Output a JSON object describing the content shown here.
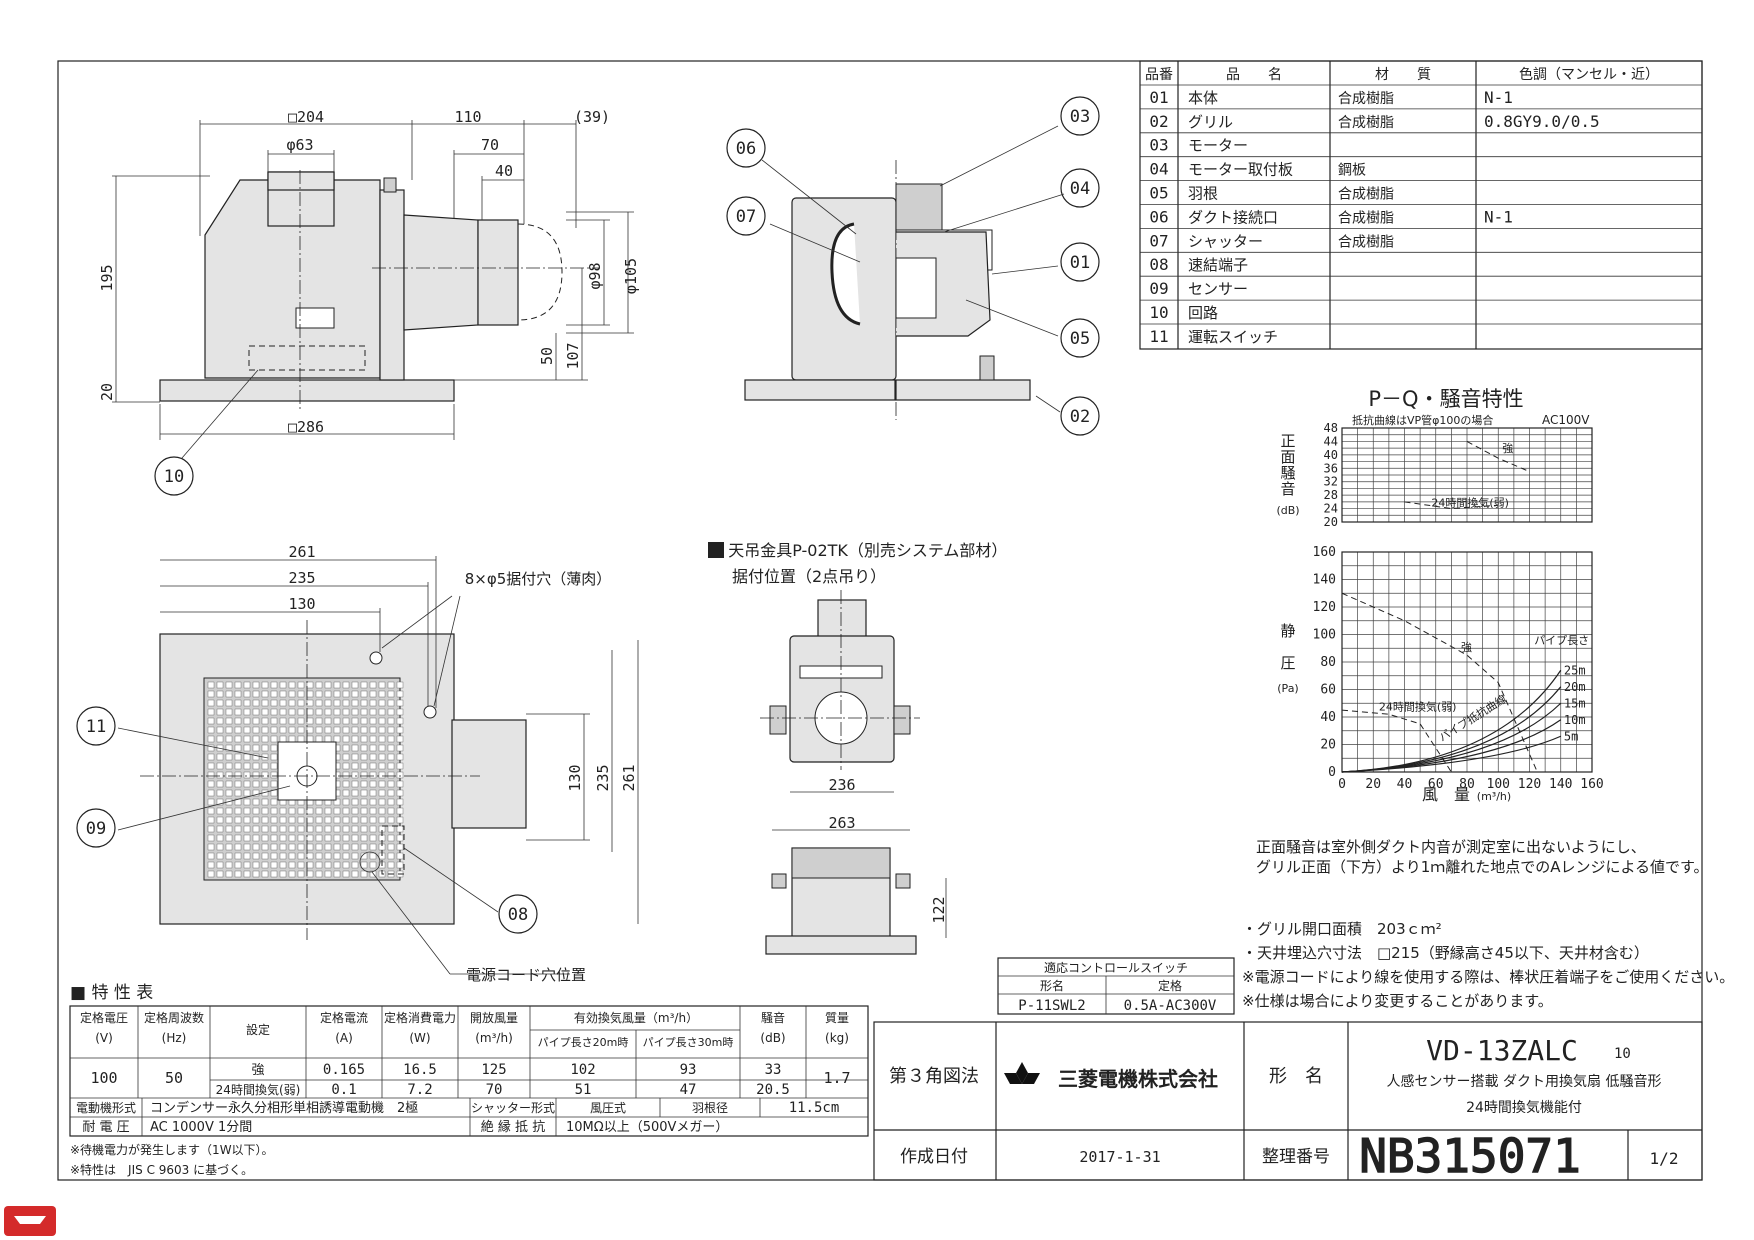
{
  "drawing": {
    "front_view_dims": {
      "d204": "□204",
      "d110": "110",
      "d39": "(39)",
      "d63": "φ63",
      "d70": "70",
      "d40": "40",
      "d195": "195",
      "d98": "φ98",
      "d105": "φ105",
      "d50": "50",
      "d107": "107",
      "d20": "20",
      "d286": "□286"
    },
    "bottom_view_dims": {
      "d261": "261",
      "d235": "235",
      "d130": "130",
      "holes": "8×φ5据付穴（薄肉）",
      "v130": "130",
      "v235": "235",
      "v261": "261",
      "power_cord": "電源コード穴位置"
    },
    "callouts": [
      "01",
      "02",
      "03",
      "04",
      "05",
      "06",
      "07",
      "08",
      "09",
      "10",
      "11"
    ],
    "bracket": {
      "title": "■ 天吊金具P-02TK（別売システム部材）",
      "subtitle": "据付位置（2点吊り）",
      "d236": "236",
      "d263": "263",
      "d122": "122"
    }
  },
  "parts_table": {
    "headers": [
      "品番",
      "品　　名",
      "材　　質",
      "色調（マンセル・近）"
    ],
    "rows": [
      [
        "01",
        "本体",
        "合成樹脂",
        "N-1"
      ],
      [
        "02",
        "グリル",
        "合成樹脂",
        "0.8GY9.0/0.5"
      ],
      [
        "03",
        "モーター",
        "",
        ""
      ],
      [
        "04",
        "モーター取付板",
        "鋼板",
        ""
      ],
      [
        "05",
        "羽根",
        "合成樹脂",
        ""
      ],
      [
        "06",
        "ダクト接続口",
        "合成樹脂",
        "N-1"
      ],
      [
        "07",
        "シャッター",
        "合成樹脂",
        ""
      ],
      [
        "08",
        "速結端子",
        "",
        ""
      ],
      [
        "09",
        "センサー",
        "",
        ""
      ],
      [
        "10",
        "回路",
        "",
        ""
      ],
      [
        "11",
        "運転スイッチ",
        "",
        ""
      ]
    ]
  },
  "chart_data": {
    "type": "line",
    "title": "P－Q・騒音特性",
    "noise_chart": {
      "note": "抵抗曲線はVP管φ100の場合",
      "voltage": "AC100V",
      "ylabel": "正面騒音",
      "yunit": "(dB)",
      "ylim": [
        20,
        48
      ],
      "yticks": [
        "20",
        "24",
        "28",
        "32",
        "36",
        "40",
        "44",
        "48"
      ],
      "series": [
        {
          "name": "強",
          "x": [
            80,
            100,
            120
          ],
          "y": [
            44,
            39,
            35
          ]
        },
        {
          "name": "24時間換気(弱)",
          "x": [
            40,
            70,
            100
          ],
          "y": [
            26,
            24,
            25
          ]
        }
      ]
    },
    "pq_chart": {
      "ylabel": "静圧",
      "yunit": "(Pa)",
      "xlabel": "風　量",
      "xunit": "(m³/h)",
      "xlim": [
        0,
        160
      ],
      "ylim": [
        0,
        160
      ],
      "xticks": [
        "0",
        "20",
        "40",
        "60",
        "80",
        "100",
        "120",
        "140",
        "160"
      ],
      "yticks": [
        "0",
        "20",
        "40",
        "60",
        "80",
        "100",
        "120",
        "140",
        "160"
      ],
      "series": [
        {
          "name": "強",
          "x": [
            0,
            40,
            80,
            100,
            125
          ],
          "y": [
            130,
            110,
            85,
            65,
            0
          ]
        },
        {
          "name": "24時間換気(弱)",
          "x": [
            0,
            30,
            50,
            70
          ],
          "y": [
            45,
            42,
            35,
            0
          ]
        }
      ],
      "resistance_label": "パイプ抵抗曲線",
      "pipe_length_label": "パイプ長さ",
      "pipe_lengths": [
        "25m",
        "20m",
        "15m",
        "10m",
        "5m"
      ]
    }
  },
  "notes": {
    "noise_note1": "正面騒音は室外側ダクト内音が測定室に出ないようにし、",
    "noise_note2": "グリル正面（下方）より1ｍ離れた地点でのAレンジによる値です。",
    "n1": "・グリル開口面積　203ｃｍ²",
    "n2": "・天井埋込穴寸法　□215（野縁高さ45以下、天井材含む）",
    "n3": "※電源コードにより線を使用する際は、棒状圧着端子をご使用ください。",
    "n4": "※仕様は場合により変更することがあります。"
  },
  "control_switch": {
    "title": "適応コントロールスイッチ",
    "h1": "形名",
    "h2": "定格",
    "model": "P-11SWL2",
    "rating": "0.5A-AC300V"
  },
  "spec_table": {
    "title": "■ 特 性 表",
    "h_voltage": "定格電圧",
    "u_voltage": "(V)",
    "h_freq": "定格周波数",
    "u_freq": "(Hz)",
    "h_setting": "設定",
    "h_current": "定格電流",
    "u_current": "(A)",
    "h_power": "定格消費電力",
    "u_power": "(W)",
    "h_open": "開放風量",
    "u_open": "(m³/h)",
    "h_eff": "有効換気風量（m³/h）",
    "h_p20": "パイプ長さ20m時",
    "h_p30": "パイプ長さ30m時",
    "h_noise": "騒音",
    "u_noise": "(dB)",
    "h_mass": "質量",
    "u_mass": "(kg)",
    "voltage": "100",
    "freq": "50",
    "mass": "1.7",
    "rows": [
      {
        "setting": "強",
        "current": "0.165",
        "power": "16.5",
        "open": "125",
        "p20": "102",
        "p30": "93",
        "noise": "33"
      },
      {
        "setting": "24時間換気(弱)",
        "current": "0.1",
        "power": "7.2",
        "open": "70",
        "p20": "51",
        "p30": "47",
        "noise": "20.5"
      }
    ],
    "motor_label": "電動機形式",
    "motor": "コンデンサー永久分相形単相誘導電動機　2極",
    "shutter_label": "シャッター形式",
    "shutter": "風圧式",
    "blade_label": "羽根径",
    "blade": "11.5cm",
    "voltage_label": "耐 電 圧",
    "withstand": "AC 1000V 1分間",
    "ins_label": "絶 縁 抵 抗",
    "insulation": "10MΩ以上（500Vメガー）",
    "foot1": "※待機電力が発生します（1W以下）。",
    "foot2": "※特性は　JIS C 9603 に基づく。"
  },
  "title_block": {
    "projection": "第３角図法",
    "company": "三菱電機株式会社",
    "model_label": "形　名",
    "model": "VD-13ZALC",
    "model_suffix": "10",
    "desc1": "人感センサー搭載 ダクト用換気扇 低騒音形",
    "desc2": "24時間換気機能付",
    "date_label": "作成日付",
    "date": "2017-1-31",
    "doc_label": "整理番号",
    "doc_no": "NB315071",
    "page": "1/2"
  },
  "colors": {
    "line": "#222222",
    "fill_gray": "#e4e4e4",
    "logo_red": "#d42a2a"
  }
}
